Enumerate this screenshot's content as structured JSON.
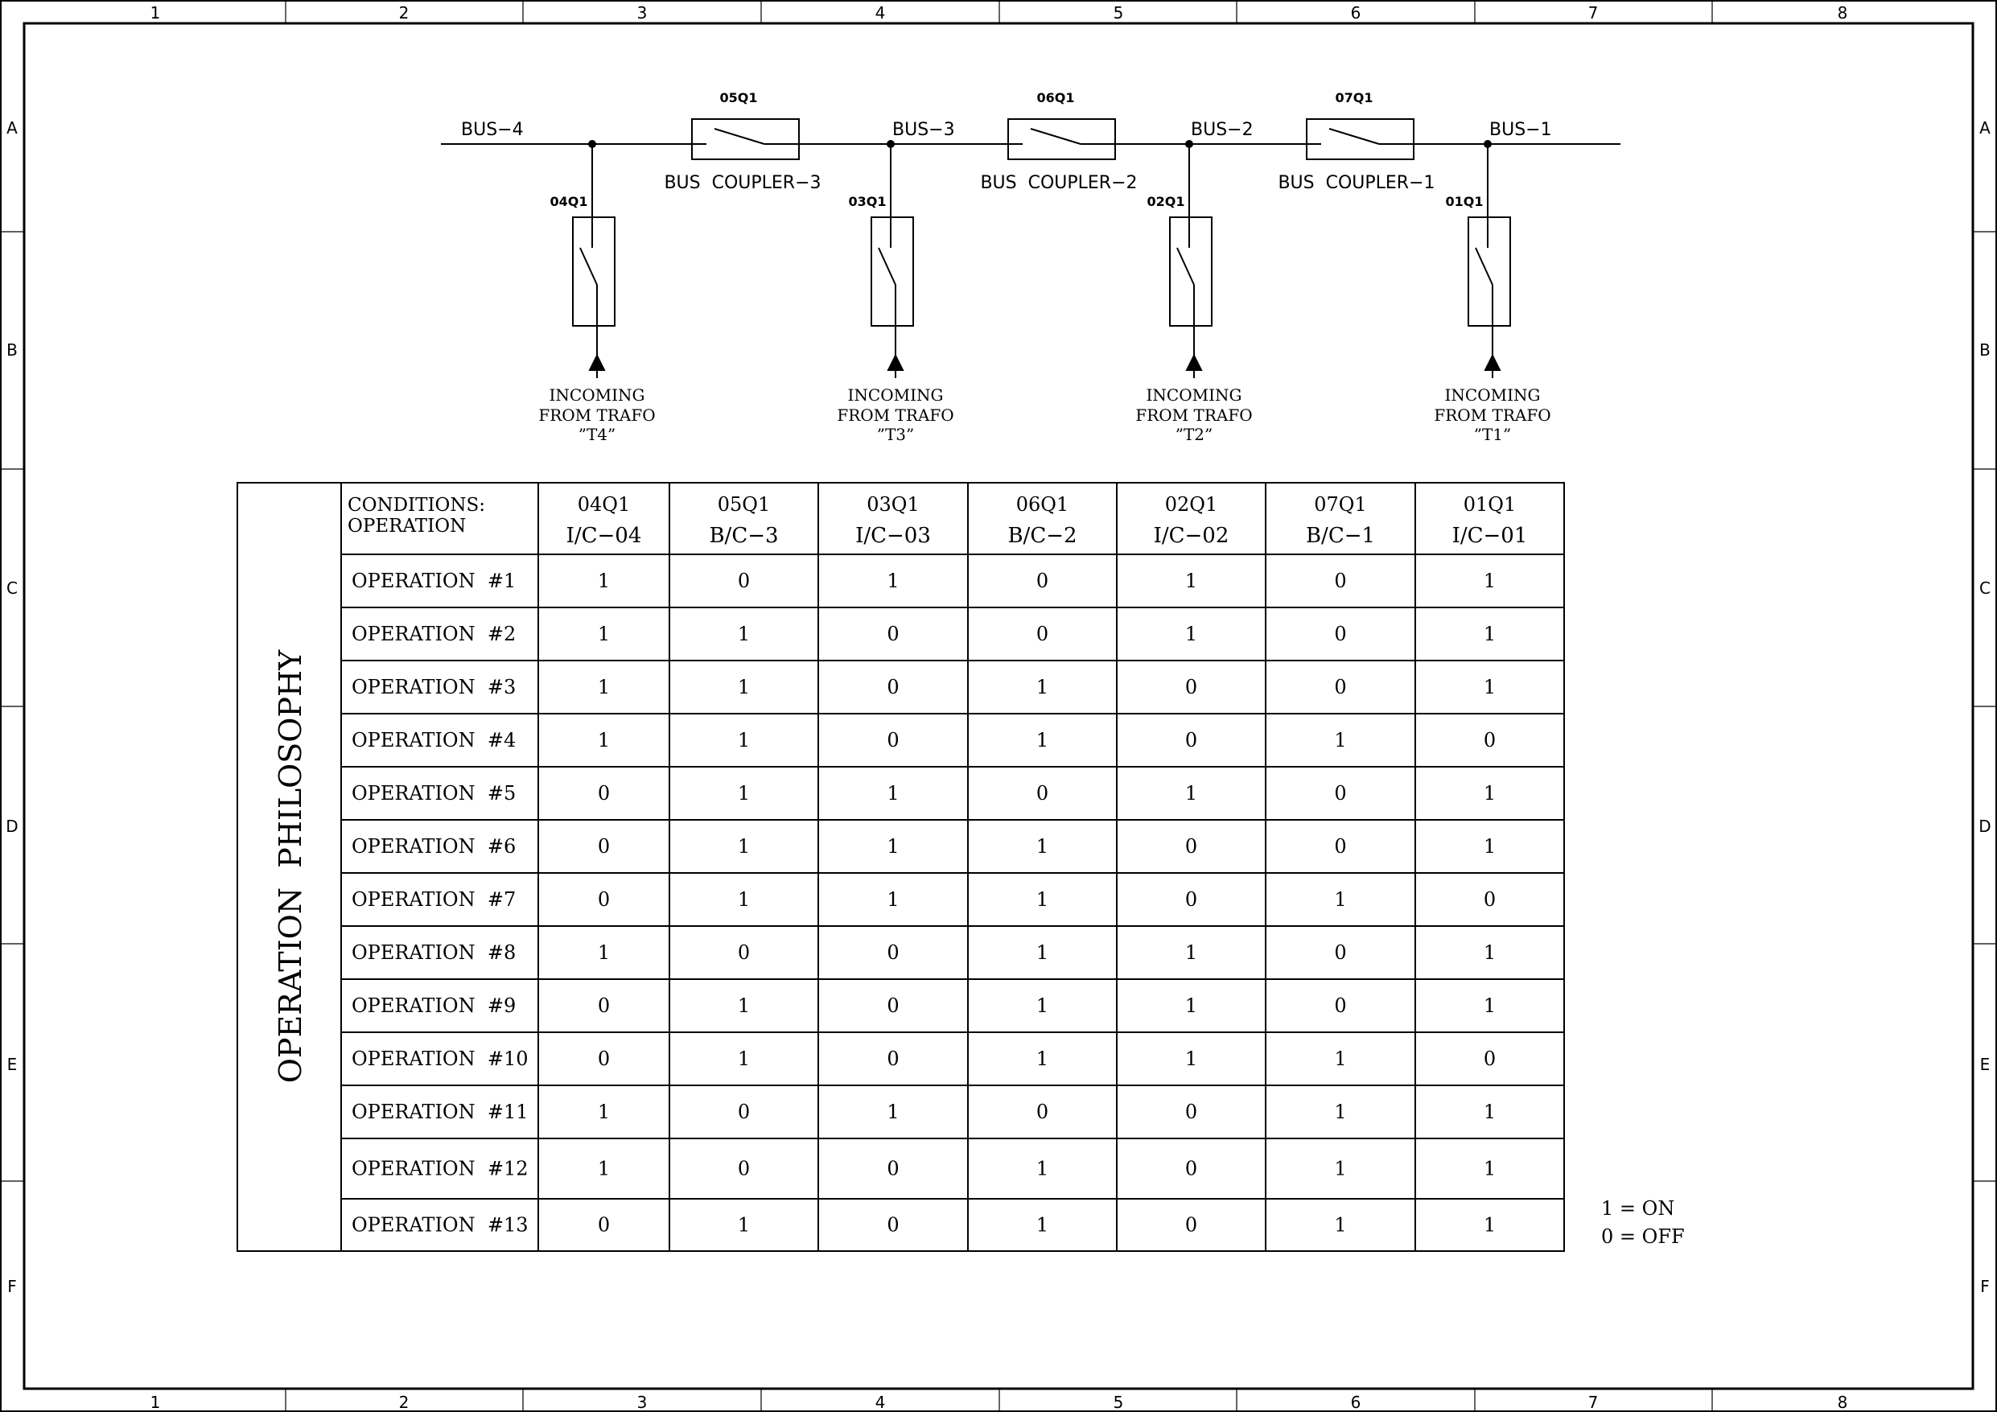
{
  "border": {
    "columns": [
      "1",
      "2",
      "3",
      "4",
      "5",
      "6",
      "7",
      "8"
    ],
    "rows": [
      "A",
      "B",
      "C",
      "D",
      "E",
      "F"
    ]
  },
  "buses": [
    {
      "label": "BUS−4"
    },
    {
      "label": "BUS−3"
    },
    {
      "label": "BUS−2"
    },
    {
      "label": "BUS−1"
    }
  ],
  "couplers": [
    {
      "tag": "05Q1",
      "label": "BUS  COUPLER−3"
    },
    {
      "tag": "06Q1",
      "label": "BUS  COUPLER−2"
    },
    {
      "tag": "07Q1",
      "label": "BUS  COUPLER−1"
    }
  ],
  "incomers": [
    {
      "tag": "04Q1",
      "line1": "INCOMING",
      "line2": "FROM  TRAFO",
      "line3": "”T4”"
    },
    {
      "tag": "03Q1",
      "line1": "INCOMING",
      "line2": "FROM  TRAFO",
      "line3": "”T3”"
    },
    {
      "tag": "02Q1",
      "line1": "INCOMING",
      "line2": "FROM  TRAFO",
      "line3": "”T2”"
    },
    {
      "tag": "01Q1",
      "line1": "INCOMING",
      "line2": "FROM  TRAFO",
      "line3": "”T1”"
    }
  ],
  "table": {
    "side_title": "OPERATION  PHILOSOPHY",
    "header_line1": "CONDITIONS:",
    "header_line2": "OPERATION",
    "columns": [
      {
        "tag": "04Q1",
        "name": "I/C−04"
      },
      {
        "tag": "05Q1",
        "name": "B/C−3"
      },
      {
        "tag": "03Q1",
        "name": "I/C−03"
      },
      {
        "tag": "06Q1",
        "name": "B/C−2"
      },
      {
        "tag": "02Q1",
        "name": "I/C−02"
      },
      {
        "tag": "07Q1",
        "name": "B/C−1"
      },
      {
        "tag": "01Q1",
        "name": "I/C−01"
      }
    ],
    "rows": [
      {
        "label": "OPERATION  #1",
        "values": [
          "1",
          "0",
          "1",
          "0",
          "1",
          "0",
          "1"
        ]
      },
      {
        "label": "OPERATION  #2",
        "values": [
          "1",
          "1",
          "0",
          "0",
          "1",
          "0",
          "1"
        ]
      },
      {
        "label": "OPERATION  #3",
        "values": [
          "1",
          "1",
          "0",
          "1",
          "0",
          "0",
          "1"
        ]
      },
      {
        "label": "OPERATION  #4",
        "values": [
          "1",
          "1",
          "0",
          "1",
          "0",
          "1",
          "0"
        ]
      },
      {
        "label": "OPERATION  #5",
        "values": [
          "0",
          "1",
          "1",
          "0",
          "1",
          "0",
          "1"
        ]
      },
      {
        "label": "OPERATION  #6",
        "values": [
          "0",
          "1",
          "1",
          "1",
          "0",
          "0",
          "1"
        ]
      },
      {
        "label": "OPERATION  #7",
        "values": [
          "0",
          "1",
          "1",
          "1",
          "0",
          "1",
          "0"
        ]
      },
      {
        "label": "OPERATION  #8",
        "values": [
          "1",
          "0",
          "0",
          "1",
          "1",
          "0",
          "1"
        ]
      },
      {
        "label": "OPERATION  #9",
        "values": [
          "0",
          "1",
          "0",
          "1",
          "1",
          "0",
          "1"
        ]
      },
      {
        "label": "OPERATION  #10",
        "values": [
          "0",
          "1",
          "0",
          "1",
          "1",
          "1",
          "0"
        ]
      },
      {
        "label": "OPERATION  #11",
        "values": [
          "1",
          "0",
          "1",
          "0",
          "0",
          "1",
          "1"
        ]
      },
      {
        "label": "OPERATION  #12",
        "values": [
          "1",
          "0",
          "0",
          "1",
          "0",
          "1",
          "1"
        ]
      },
      {
        "label": "OPERATION  #13",
        "values": [
          "0",
          "1",
          "0",
          "1",
          "0",
          "1",
          "1"
        ]
      }
    ]
  },
  "legend": {
    "on": "1  =  ON",
    "off": "0  =  OFF"
  }
}
